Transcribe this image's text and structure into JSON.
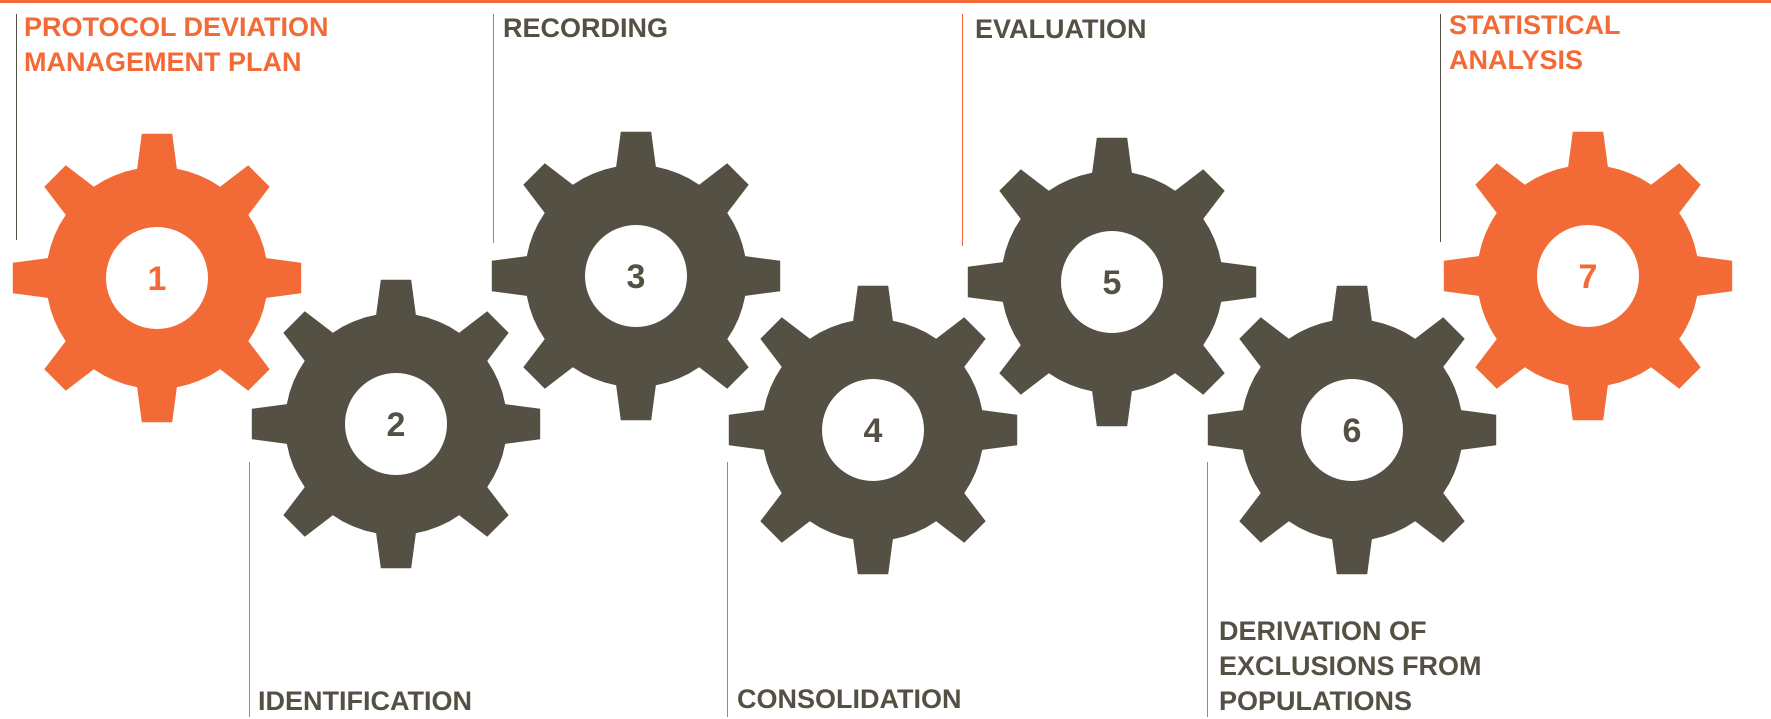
{
  "colors": {
    "accent": "#F26A35",
    "dark": "#545043",
    "white": "#ffffff"
  },
  "steps": [
    {
      "number": "1",
      "label": "PROTOCOL DEVIATION\nMANAGEMENT PLAN",
      "color": "accent"
    },
    {
      "number": "2",
      "label": "IDENTIFICATION",
      "color": "dark"
    },
    {
      "number": "3",
      "label": "RECORDING",
      "color": "dark"
    },
    {
      "number": "4",
      "label": "CONSOLIDATION",
      "color": "dark"
    },
    {
      "number": "5",
      "label": "EVALUATION",
      "color": "dark"
    },
    {
      "number": "6",
      "label": "DERIVATION OF\nEXCLUSIONS FROM\nPOPULATIONS",
      "color": "dark"
    },
    {
      "number": "7",
      "label": "STATISTICAL\nANALYSIS",
      "color": "accent"
    }
  ]
}
